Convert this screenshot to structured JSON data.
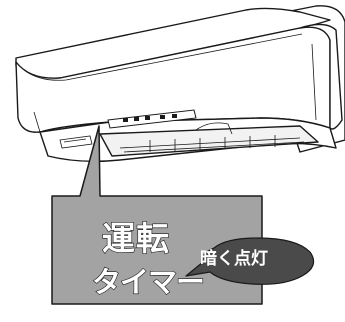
{
  "callout": {
    "item_operation": "運転",
    "item_timer": "タイマー",
    "state": "暗く点灯"
  },
  "colors": {
    "callout_fill": "#a3a3a3",
    "badge_fill": "#4a4a4a",
    "outline": "#1a1a1a",
    "unit_body": "#ffffff"
  },
  "icons": {
    "unit": "air-conditioner-indoor-unit",
    "panel": "indicator-lamp-panel"
  }
}
